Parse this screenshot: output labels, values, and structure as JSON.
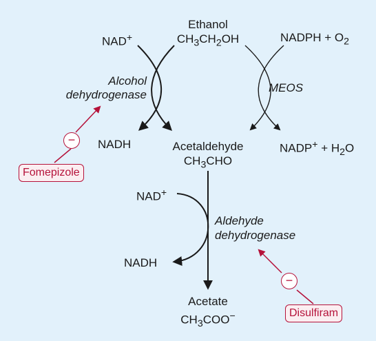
{
  "ethanol": {
    "name": "Ethanol",
    "formula": "CH3CH2OH"
  },
  "acetaldehyde": {
    "name": "Acetaldehyde",
    "formula": "CH3CHO"
  },
  "acetate": {
    "name": "Acetate",
    "formula": "CH3COO−"
  },
  "adh": {
    "enzyme_line1": "Alcohol",
    "enzyme_line2": "dehydrogenase",
    "cofactor_in": "NAD+",
    "cofactor_out": "NADH"
  },
  "meos": {
    "enzyme": "MEOS",
    "cofactor_in": "NADPH + O2",
    "cofactor_out": "NADP+ + H2O"
  },
  "aldh": {
    "enzyme_line1": "Aldehyde",
    "enzyme_line2": "dehydrogenase",
    "cofactor_in": "NAD+",
    "cofactor_out": "NADH"
  },
  "inhibitors": [
    {
      "name": "Fomepizole",
      "sign": "−",
      "target": "Alcohol dehydrogenase"
    },
    {
      "name": "Disulfiram",
      "sign": "−",
      "target": "Aldehyde dehydrogenase"
    }
  ],
  "colors": {
    "background": "#e2f1fb",
    "arrow": "#1a1a1a",
    "inhibitor": "#b5123a",
    "badge_fill": "#fbeef1"
  }
}
